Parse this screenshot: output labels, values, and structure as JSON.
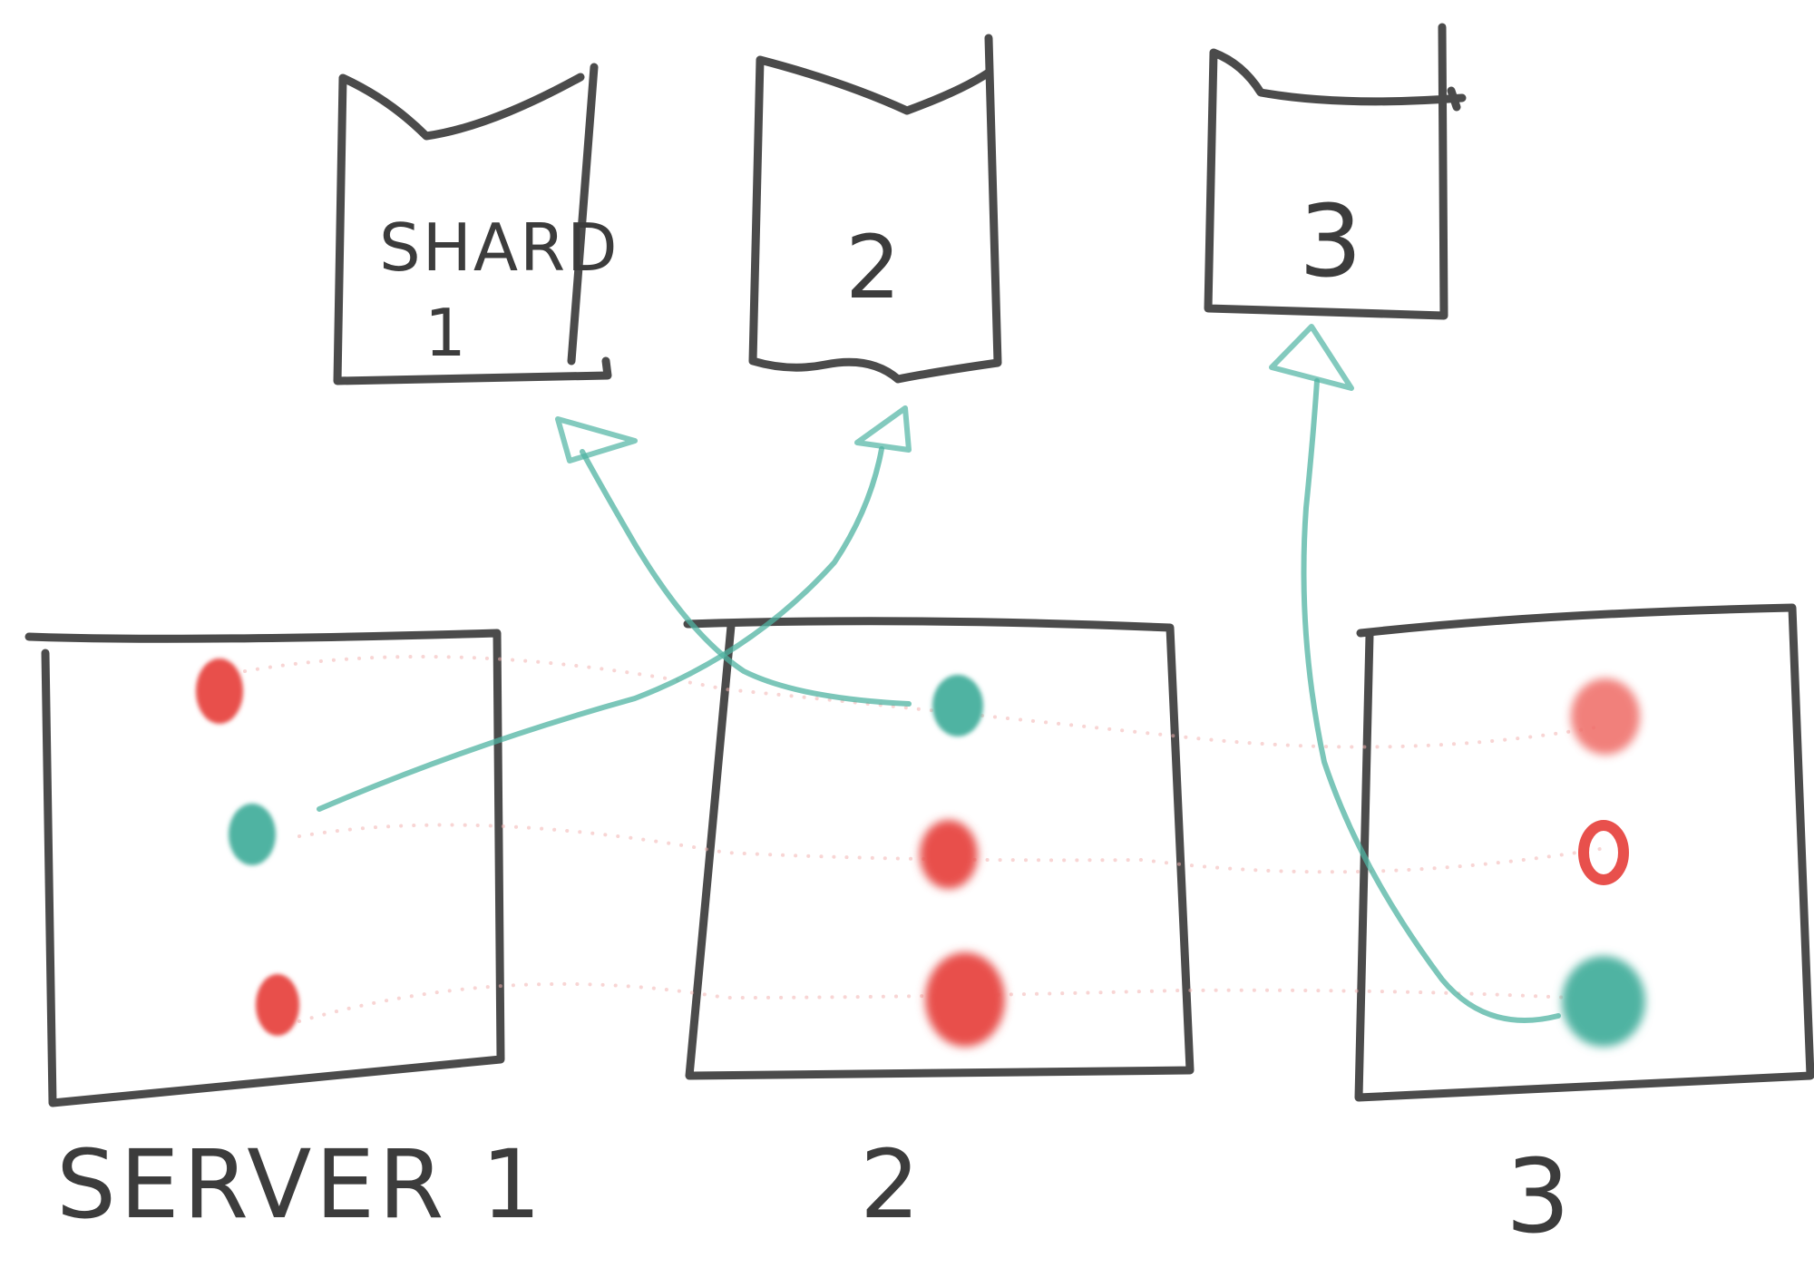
{
  "colors": {
    "ink": "#4b4b4b",
    "red": "#e8504c",
    "teal": "#4fb3a2",
    "dotted": "#f3b3b0"
  },
  "shards": {
    "shard1_word": "SHARD",
    "shard1_number": "1",
    "shard2_number": "2",
    "shard3_number": "3"
  },
  "servers": {
    "server1_label": "SERVER 1",
    "server2_label": "2",
    "server3_label": "3"
  },
  "dots": [
    {
      "server": 1,
      "row": 1,
      "color": "red"
    },
    {
      "server": 1,
      "row": 2,
      "color": "teal",
      "target_shard": 2
    },
    {
      "server": 1,
      "row": 3,
      "color": "red"
    },
    {
      "server": 2,
      "row": 1,
      "color": "teal",
      "target_shard": 1
    },
    {
      "server": 2,
      "row": 2,
      "color": "red"
    },
    {
      "server": 2,
      "row": 3,
      "color": "red"
    },
    {
      "server": 3,
      "row": 1,
      "color": "red"
    },
    {
      "server": 3,
      "row": 2,
      "color": "red"
    },
    {
      "server": 3,
      "row": 3,
      "color": "teal",
      "target_shard": 3
    }
  ]
}
